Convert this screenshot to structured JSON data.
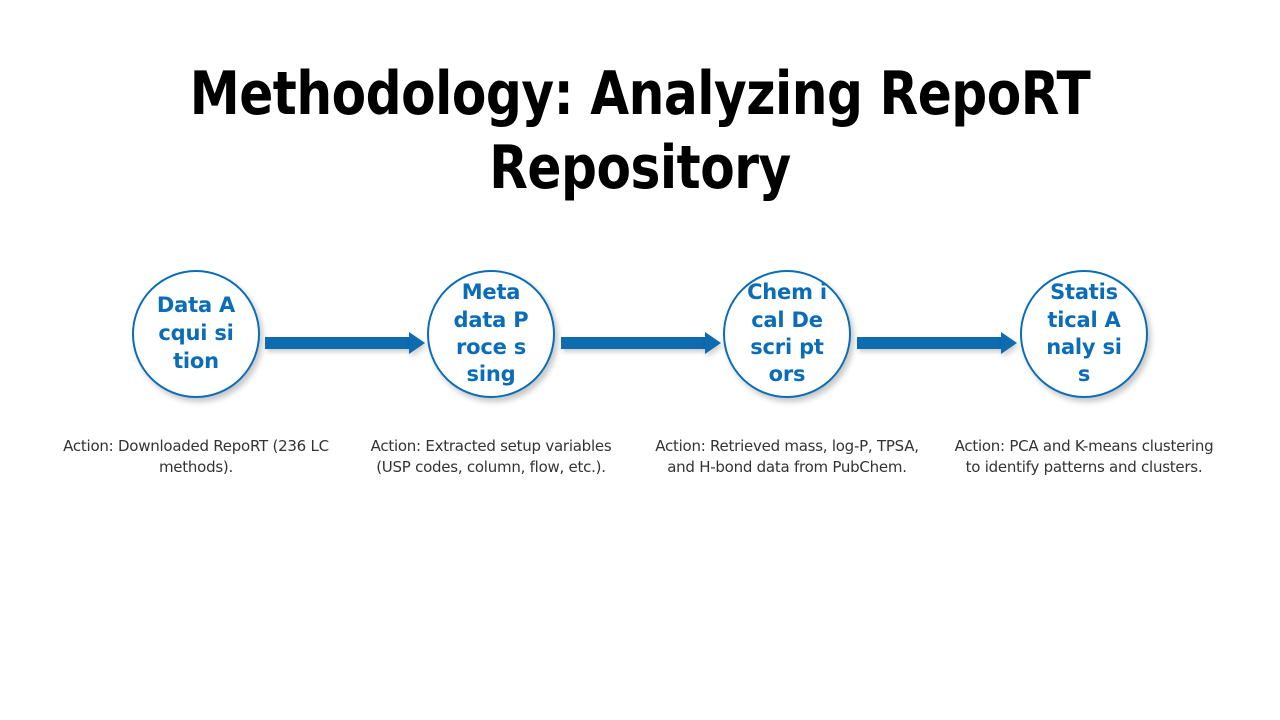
{
  "slide": {
    "title": "Methodology: Analyzing RepoRT Repository",
    "background_color": "#FFFFFF",
    "accent_color": "#0B6DB7",
    "title_color": "#000000",
    "caption_color": "#333333"
  },
  "flow": {
    "nodes": [
      {
        "label": "Data Acqui sition",
        "caption": "Action: Downloaded RepoRT (236 LC methods)."
      },
      {
        "label": "Meta data Proce ssing",
        "caption": "Action: Extracted setup variables (USP codes, column, flow, etc.)."
      },
      {
        "label": "Chem ical Descri ptors",
        "caption": "Action: Retrieved mass, log-P, TPSA, and H-bond data from PubChem."
      },
      {
        "label": "Statis tical Analy sis",
        "caption": "Action: PCA and K-means clustering to identify patterns and clusters."
      }
    ],
    "arrows": [
      {
        "name": "arrow-1-to-2"
      },
      {
        "name": "arrow-2-to-3"
      },
      {
        "name": "arrow-3-to-4"
      }
    ]
  }
}
